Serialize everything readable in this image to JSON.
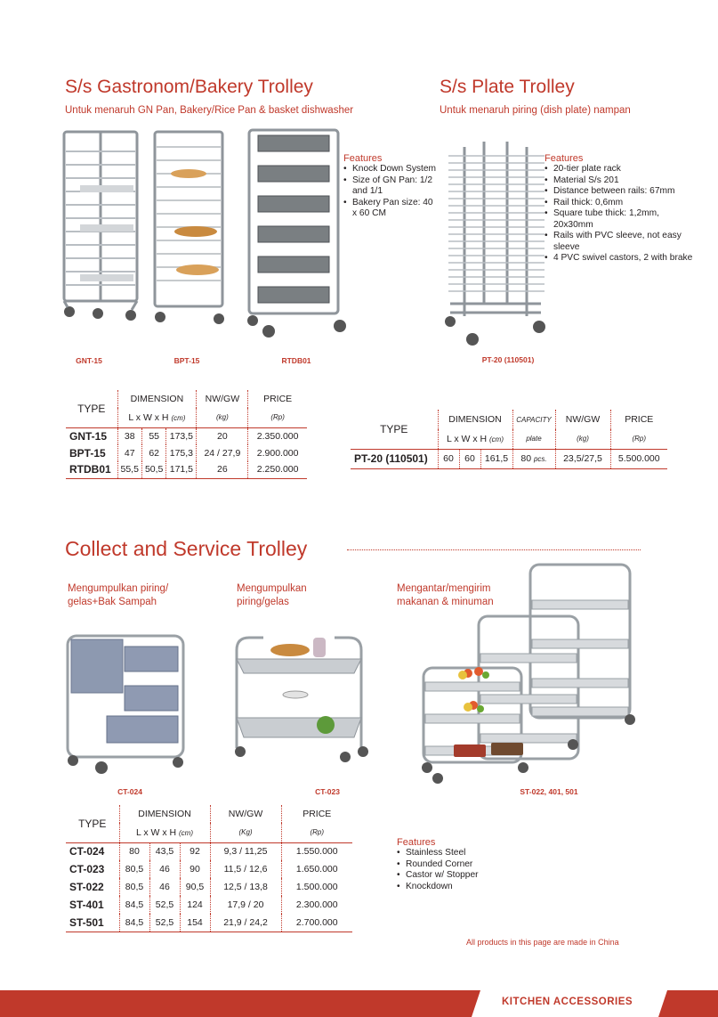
{
  "gastro": {
    "title": "S/s Gastronom/Bakery Trolley",
    "subtitle": "Untuk menaruh GN Pan, Bakery/Rice Pan & basket dishwasher",
    "captions": [
      "GNT-15",
      "BPT-15",
      "RTDB01"
    ],
    "features_title": "Features",
    "features": [
      "Knock Down System",
      "Size of GN Pan: 1/2 and 1/1",
      "Bakery Pan size: 40 x 60 CM"
    ],
    "table": {
      "type_h": "TYPE",
      "dim_h": "DIMENSION",
      "dim_unit_a": "L x W x H",
      "dim_unit_b": "(cm)",
      "nw_h": "NW/GW",
      "nw_unit": "(kg)",
      "price_h": "PRICE",
      "price_unit": "(Rp)",
      "rows": [
        {
          "code": "GNT-15",
          "l": "38",
          "w": "55",
          "h": "173,5",
          "nw": "20",
          "price": "2.350.000"
        },
        {
          "code": "BPT-15",
          "l": "47",
          "w": "62",
          "h": "175,3",
          "nw": "24 / 27,9",
          "price": "2.900.000"
        },
        {
          "code": "RTDB01",
          "l": "55,5",
          "w": "50,5",
          "h": "171,5",
          "nw": "26",
          "price": "2.250.000"
        }
      ]
    }
  },
  "plate": {
    "title": "S/s Plate Trolley",
    "subtitle": "Untuk menaruh piring (dish plate) nampan",
    "caption": "PT-20 (110501)",
    "features_title": "Features",
    "features": [
      "20-tier plate rack",
      "Material S/s 201",
      "Distance between rails: 67mm",
      "Rail thick: 0,6mm",
      "Square tube thick: 1,2mm, 20x30mm",
      "Rails with PVC sleeve, not easy sleeve",
      "4 PVC swivel castors, 2 with brake"
    ],
    "table": {
      "type_h": "TYPE",
      "dim_h": "DIMENSION",
      "dim_unit_a": "L x W x H",
      "dim_unit_b": "(cm)",
      "cap_h": "CAPACITY",
      "cap_unit": "plate",
      "nw_h": "NW/GW",
      "nw_unit": "(kg)",
      "price_h": "PRICE",
      "price_unit": "(Rp)",
      "row": {
        "code": "PT-20 (110501)",
        "l": "60",
        "w": "60",
        "h": "161,5",
        "cap": "80",
        "cap_pcs": "pcs.",
        "nw": "23,5/27,5",
        "price": "5.500.000"
      }
    }
  },
  "collect": {
    "title": "Collect and Service Trolley",
    "sub1": [
      "Mengumpulkan piring/",
      "gelas+Bak Sampah"
    ],
    "sub2": [
      "Mengumpulkan",
      "piring/gelas"
    ],
    "sub3": [
      "Mengantar/mengirim",
      "makanan & minuman"
    ],
    "captions": [
      "CT-024",
      "CT-023",
      "ST-022, 401, 501"
    ],
    "features_title": "Features",
    "features": [
      "Stainless Steel",
      "Rounded Corner",
      "Castor w/ Stopper",
      "Knockdown"
    ],
    "table": {
      "type_h": "TYPE",
      "dim_h": "DIMENSION",
      "dim_unit_a": "L x W x H",
      "dim_unit_b": "(cm)",
      "nw_h": "NW/GW",
      "nw_unit": "(Kg)",
      "price_h": "PRICE",
      "price_unit": "(Rp)",
      "rows": [
        {
          "code": "CT-024",
          "l": "80",
          "w": "43,5",
          "h": "92",
          "nw": "9,3 / 11,25",
          "price": "1.550.000"
        },
        {
          "code": "CT-023",
          "l": "80,5",
          "w": "46",
          "h": "90",
          "nw": "11,5 / 12,6",
          "price": "1.650.000"
        },
        {
          "code": "ST-022",
          "l": "80,5",
          "w": "46",
          "h": "90,5",
          "nw": "12,5 / 13,8",
          "price": "1.500.000"
        },
        {
          "code": "ST-401",
          "l": "84,5",
          "w": "52,5",
          "h": "124",
          "nw": "17,9 / 20",
          "price": "2.300.000"
        },
        {
          "code": "ST-501",
          "l": "84,5",
          "w": "52,5",
          "h": "154",
          "nw": "21,9 / 24,2",
          "price": "2.700.000"
        }
      ]
    }
  },
  "note": "All products in this page are made in China",
  "footer": "KITCHEN ACCESSORIES",
  "colors": {
    "accent": "#c0392b",
    "steel": "#a9adb2",
    "bin": "#8c96a8"
  }
}
